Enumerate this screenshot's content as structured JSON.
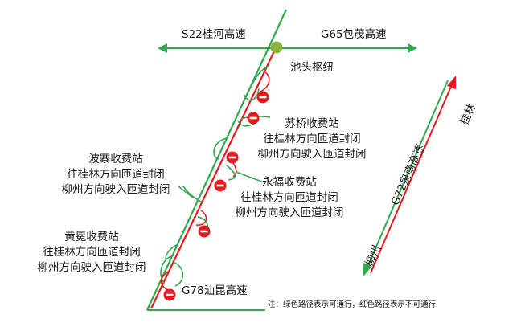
{
  "colors": {
    "open_route": "#2fa84f",
    "closed_route": "#e8191e",
    "junction_node": "#8cb43f",
    "no_entry_sign": "#e8191e"
  },
  "map": {
    "highways": {
      "s22": "S22桂河高速",
      "g65": "G65包茂高速",
      "g78": "G78汕昆高速",
      "g72": "G72泉南高速"
    },
    "junction": "池头枢纽",
    "directions": {
      "guilin": "桂林",
      "liuzhou": "柳州"
    },
    "stations": [
      {
        "name": "苏桥收费站",
        "line1": "往桂林方向匝道封闭",
        "line2": "柳州方向驶入匝道封闭"
      },
      {
        "name": "永福收费站",
        "line1": "往桂林方向匝道封闭",
        "line2": "柳州方向驶入匝道封闭"
      },
      {
        "name": "波寨收费站",
        "line1": "往桂林方向匝道封闭",
        "line2": "柳州方向驶入匝道封闭"
      },
      {
        "name": "黄冕收费站",
        "line1": "往桂林方向匝道封闭",
        "line2": "柳州方向驶入匝道封闭"
      }
    ],
    "closure_signs": [
      "no-entry",
      "no-entry",
      "no-entry",
      "no-entry",
      "no-entry",
      "no-entry"
    ],
    "note": "注：绿色路径表示可通行，红色路径表示不可通行"
  }
}
